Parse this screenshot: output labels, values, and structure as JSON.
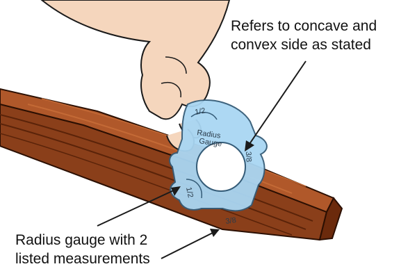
{
  "annotations": {
    "top": [
      "Refers to concave and",
      "convex side as stated"
    ],
    "bottom": [
      "Radius gauge with 2",
      "listed measurements"
    ]
  },
  "gauge": {
    "title_line1": "Radius",
    "title_line2": "Gauge",
    "marks": {
      "top": "1/2",
      "left": "1/2",
      "right": "3/8",
      "bottom": "3/8"
    }
  },
  "colors": {
    "wood": "#8a3f1a",
    "wood_dark": "#5a2309",
    "gauge": "#a9d6f3",
    "skin": "#f5d6bd",
    "outline": "#1a1a1a"
  }
}
